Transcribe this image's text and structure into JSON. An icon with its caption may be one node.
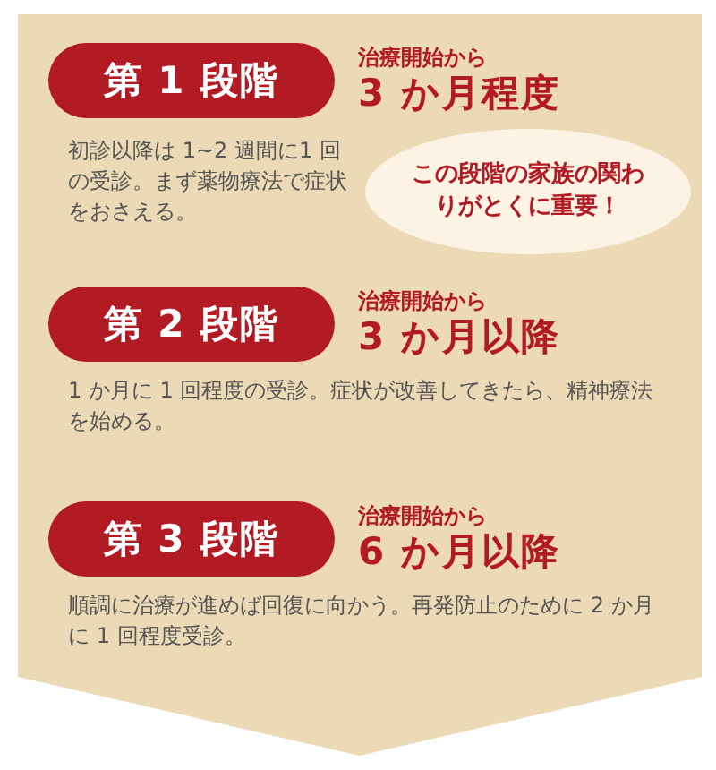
{
  "diagram": {
    "nodes": [
      {
        "text": [
          "第 1 段階"
        ],
        "beside": [
          "治療開始から",
          "3 か月程度"
        ]
      },
      {
        "text": [
          "この段階の家族の関わりがとくに重要！"
        ]
      },
      {
        "text": [
          "第 2 段階"
        ],
        "beside": [
          "治療開始から",
          "3 か月以降"
        ]
      },
      {
        "text": [
          "第 3 段階"
        ],
        "beside": [
          "治療開始から",
          "6 か月以降"
        ]
      }
    ],
    "labels": [
      "初診以降は 1~2 週間に1 回の受診。まず薬物療法で症状をおさえる。",
      "1 か月に 1 回程度の受診。症状が改善してきたら、精神療法を始める。",
      "順調に治療が進めば回復に向かう。再発防止のために 2 か月に 1 回程度受診。"
    ]
  }
}
